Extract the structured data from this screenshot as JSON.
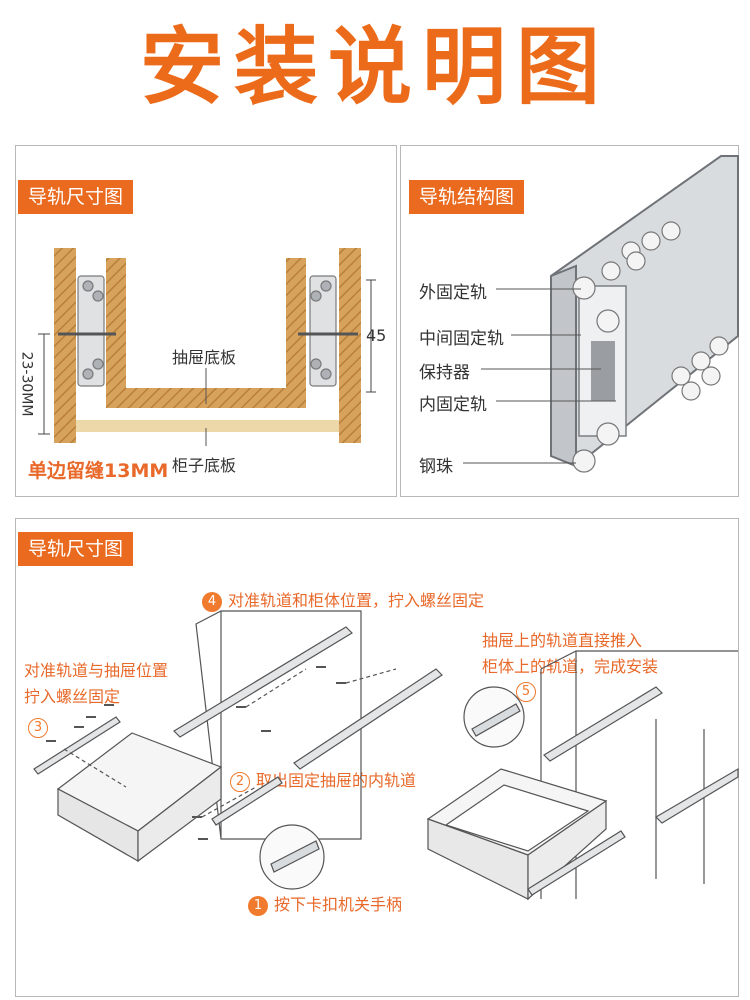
{
  "title": "安装说明图",
  "panel_size": {
    "tag": "导轨尺寸图",
    "drawer_bottom": "抽屉底板",
    "cabinet_bottom": "柜子底板",
    "dim_height": "45",
    "dim_gap": "23-30MM",
    "gap_note": "单边留缝13MM"
  },
  "panel_structure": {
    "tag": "导轨结构图",
    "parts": [
      "外固定轨",
      "中间固定轨",
      "保持器",
      "内固定轨",
      "钢珠"
    ]
  },
  "panel_install": {
    "tag": "导轨尺寸图",
    "step4_num": "4",
    "step4": "对准轨道和柜体位置，拧入螺丝固定",
    "step3_text_1": "对准轨道与抽屉位置",
    "step3_text_2": "拧入螺丝固定",
    "step3_num": "3",
    "step2_num": "2",
    "step2": "取出固定抽屉的内轨道",
    "step1_num": "1",
    "step1": "按下卡扣机关手柄",
    "step5_text_1": "抽屉上的轨道直接推入",
    "step5_text_2": "柜体上的轨道，完成安装",
    "step5_num": "5"
  },
  "colors": {
    "accent": "#ea6b1f",
    "wood": "#d4a25e",
    "steel": "#c9ccd0"
  }
}
